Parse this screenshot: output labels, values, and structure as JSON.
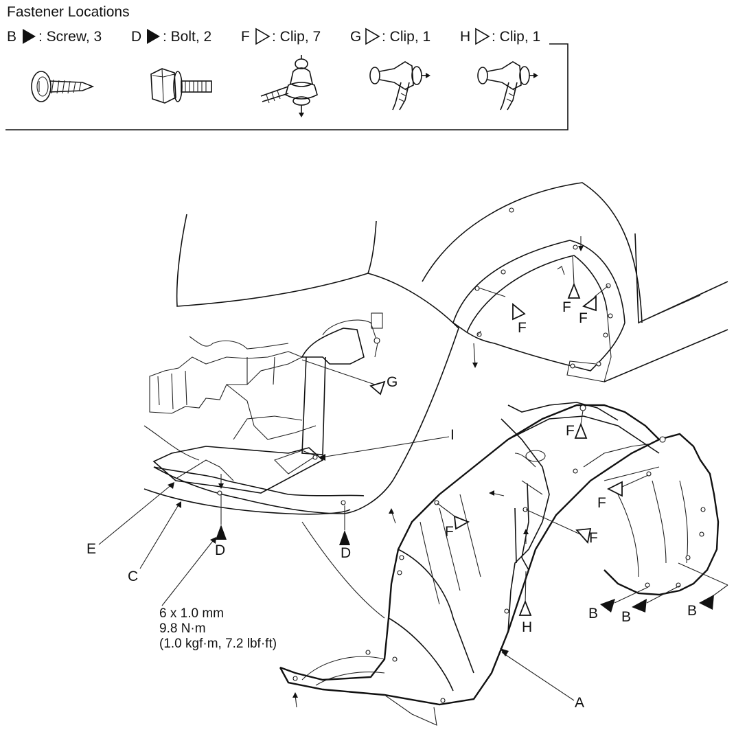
{
  "legend": {
    "title": "Fastener Locations",
    "items": [
      {
        "letter": "B",
        "desc": ": Screw, 3",
        "marker": "filled"
      },
      {
        "letter": "D",
        "desc": ": Bolt, 2",
        "marker": "filled"
      },
      {
        "letter": "F",
        "desc": ": Clip, 7",
        "marker": "open"
      },
      {
        "letter": "G",
        "desc": ": Clip, 1",
        "marker": "open"
      },
      {
        "letter": "H",
        "desc": ": Clip, 1",
        "marker": "open"
      }
    ]
  },
  "callouts": {
    "A": "A",
    "B": "B",
    "C": "C",
    "D": "D",
    "E": "E",
    "F": "F",
    "G": "G",
    "H": "H",
    "I": "I"
  },
  "torque": {
    "size": "6 x 1.0 mm",
    "newton": "9.8 N·m",
    "imperial": "(1.0 kgf·m, 7.2 lbf·ft)"
  },
  "colors": {
    "ink": "#111111",
    "paper": "#ffffff"
  }
}
